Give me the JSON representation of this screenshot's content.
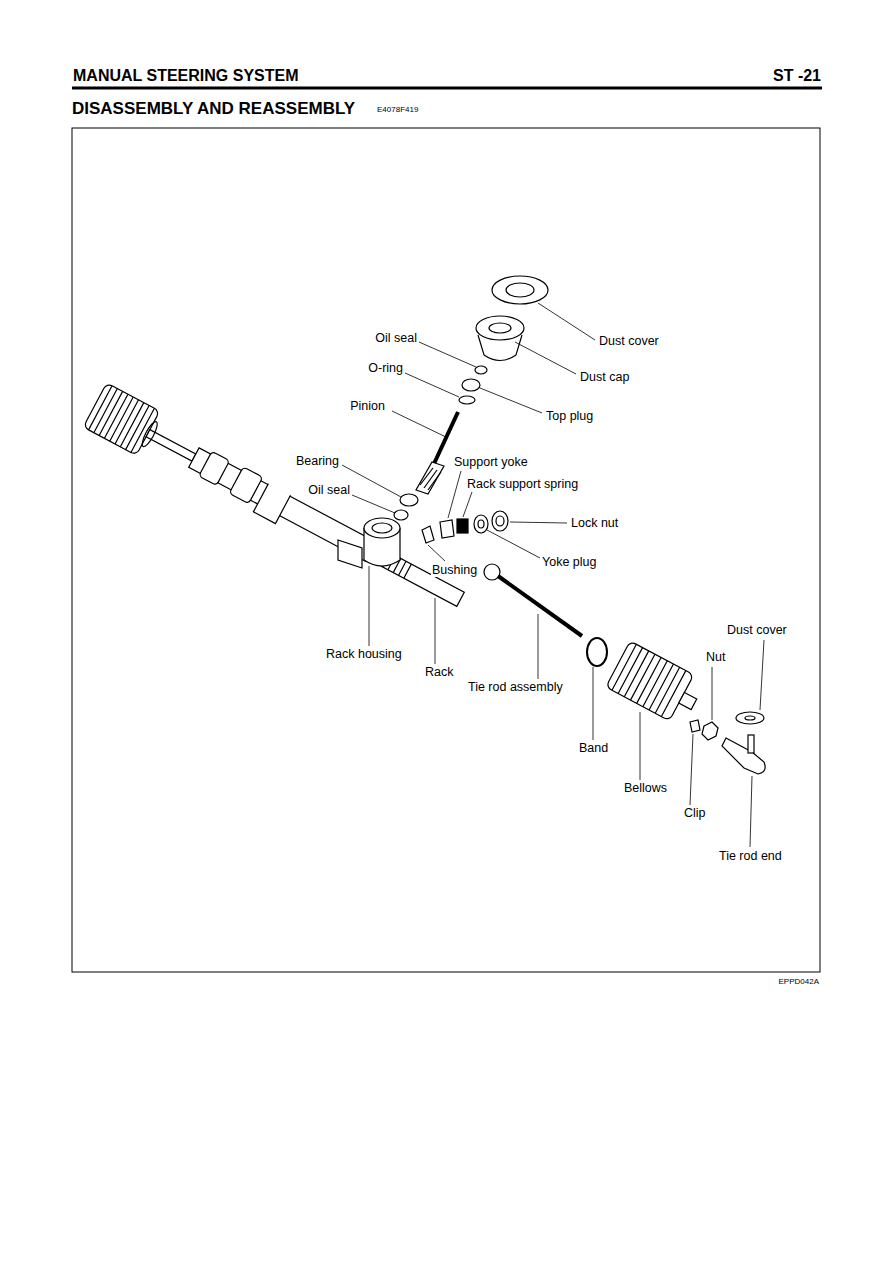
{
  "diagram": {
    "title": "DISASSEMBLY AND REASSEMBLY",
    "labels": [
      "MANUAL STEERING SYSTEM",
      "ST -21",
      "E4078F419",
      "Dust cover",
      "Oil seal",
      "O-ring",
      "Dust cap",
      "Pinion",
      "Top plug",
      "Bearing",
      "Support yoke",
      "Rack support spring",
      "Oil seal",
      "Lock nut",
      "Yoke plug",
      "Bushing",
      "Dust cover",
      "Nut",
      "Rack housing",
      "Rack",
      "Tie rod assembly",
      "Band",
      "Bellows",
      "Clip",
      "Tie rod end",
      "EPPD042A"
    ]
  }
}
